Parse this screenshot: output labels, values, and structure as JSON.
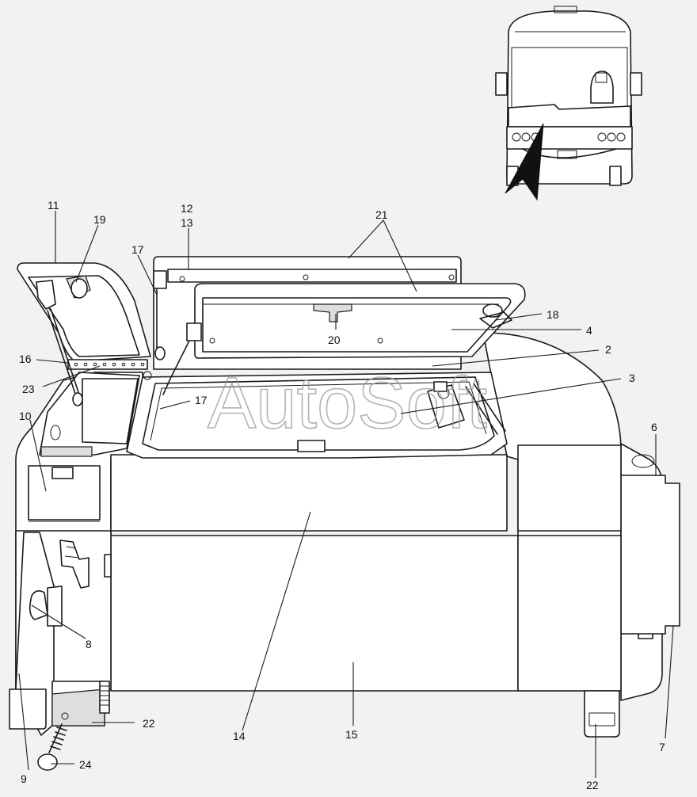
{
  "watermark": "AutoSoft",
  "callouts": {
    "c1": "2",
    "c2": "3",
    "c3": "4",
    "c4": "6",
    "c5": "7",
    "c6": "8",
    "c7": "9",
    "c8": "10",
    "c9": "11",
    "c10": "12",
    "c11": "13",
    "c12": "14",
    "c13": "15",
    "c14": "16",
    "c15": "17",
    "c16": "17",
    "c17": "18",
    "c18": "19",
    "c19": "20",
    "c20": "21",
    "c21": "22",
    "c22": "22",
    "c23": "23",
    "c24": "24"
  },
  "icons": {
    "bus_thumbnail": "bus-front-view-icon",
    "view_arrow": "arrow-view-direction-icon"
  }
}
